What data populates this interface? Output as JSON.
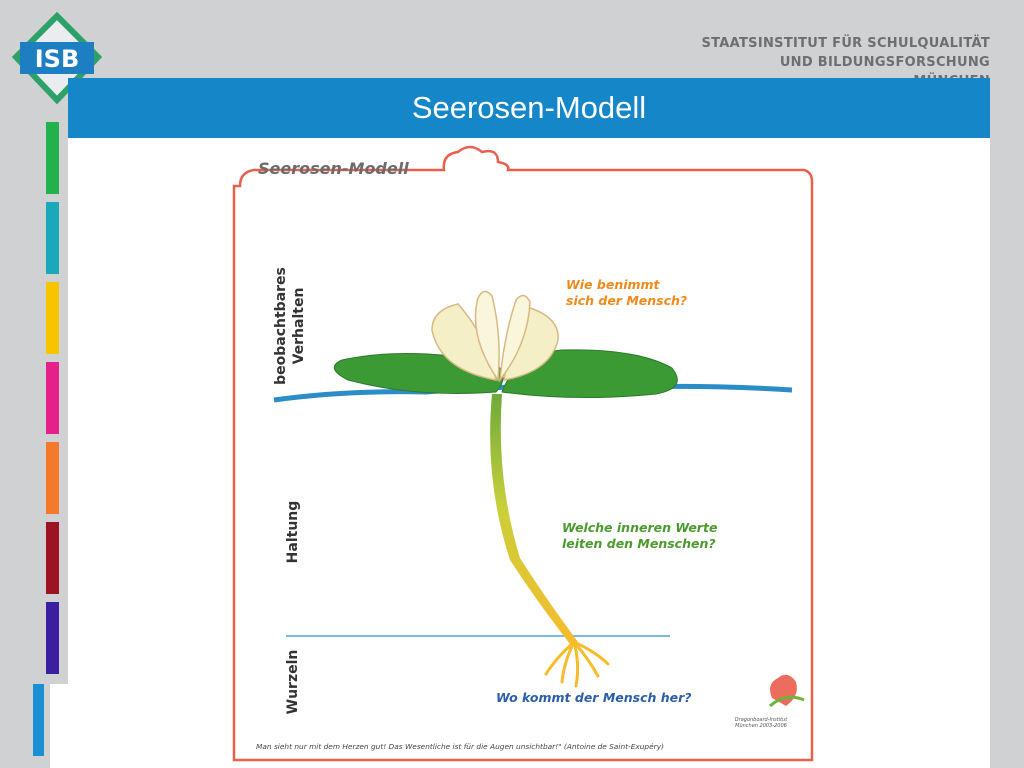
{
  "logo": {
    "text": "ISB"
  },
  "institute": {
    "line1": "STAATSINSTITUT FÜR SCHULQUALITÄT",
    "line2": "UND BILDUNGSFORSCHUNG",
    "line3": "MÜNCHEN"
  },
  "slide": {
    "title": "Seerosen-Modell"
  },
  "figure": {
    "title": "Seerosen-Modell",
    "labels": {
      "behavior_line1": "beobachtbares",
      "behavior_line2": "Verhalten",
      "attitude": "Haltung",
      "roots": "Wurzeln"
    },
    "questions": {
      "q1_line1": "Wie benimmt",
      "q1_line2": "sich der Mensch?",
      "q2_line1": "Welche inneren Werte",
      "q2_line2": "leiten den Menschen?",
      "q3": "Wo kommt der Mensch her?"
    },
    "quote": "Man sieht nur mit dem Herzen gut! Das Wesentliche ist für die Augen unsichtbar!\" (Antoine de Saint-Exupéry)",
    "badge_line1": "Dragonboard-Institut",
    "badge_line2": "München 2003-2006"
  },
  "colors": {
    "title_bar": "#1586c8",
    "q1": "#f08a1c",
    "q2": "#4a9b2e",
    "q3": "#2a5ea8",
    "frame": "#e8604c",
    "bars": [
      "#22b24c",
      "#1aa9b9",
      "#f7c500",
      "#e6208a",
      "#f37a2a",
      "#9c1424",
      "#3a1fa0"
    ]
  }
}
